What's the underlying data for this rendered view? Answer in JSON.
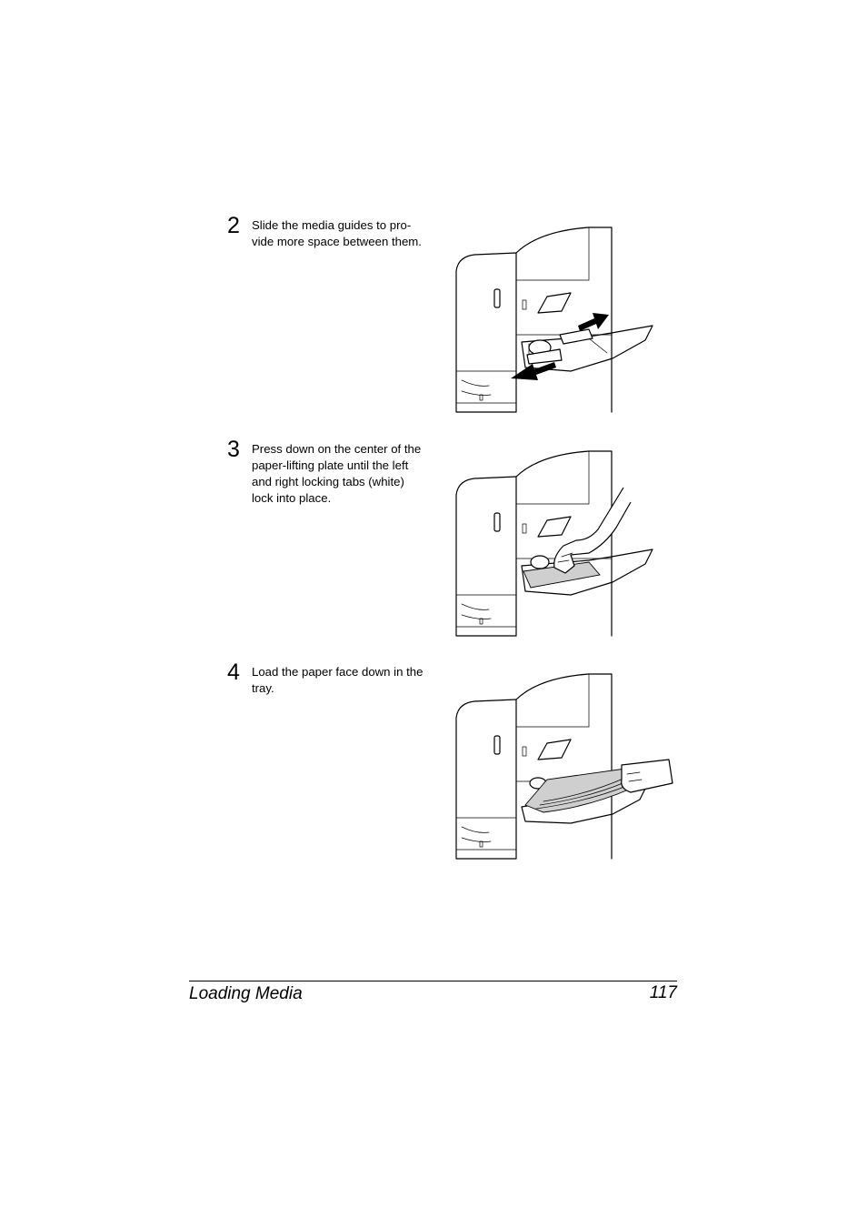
{
  "steps": [
    {
      "number": "2",
      "text": "Slide the media guides to pro-\nvide more space between them."
    },
    {
      "number": "3",
      "text": "Press down on the center of the\npaper-lifting plate until the left\nand right locking tabs (white)\nlock into place."
    },
    {
      "number": "4",
      "text": "Load the paper face down in the\ntray."
    }
  ],
  "footer": {
    "title": "Loading Media",
    "page": "117"
  }
}
